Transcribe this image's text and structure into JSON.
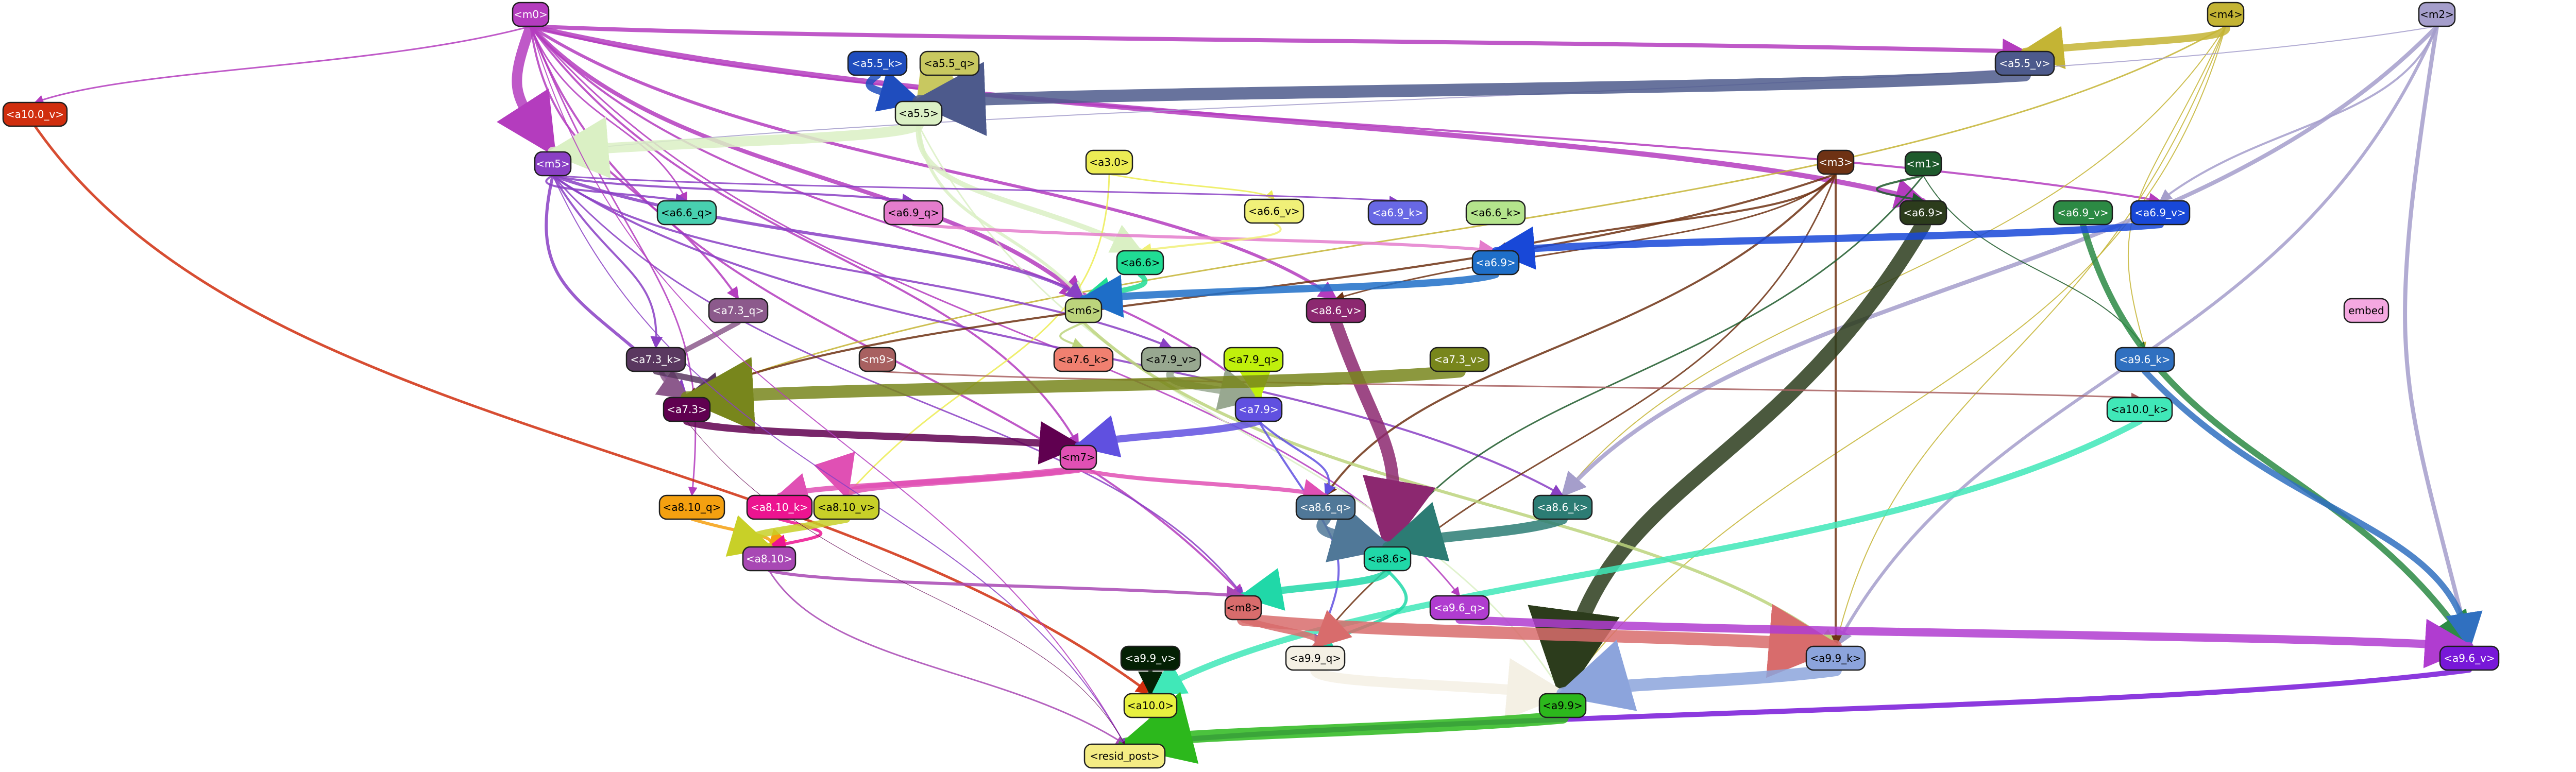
{
  "graph": {
    "nodes": [
      {
        "id": "m0",
        "label": "<m0>",
        "fill": "#b43cbe",
        "text": "#ffffff"
      },
      {
        "id": "m4",
        "label": "<m4>",
        "fill": "#c4b434",
        "text": "#000000"
      },
      {
        "id": "m2",
        "label": "<m2>",
        "fill": "#a59ecb",
        "text": "#000000"
      },
      {
        "id": "a10_0_v",
        "label": "<a10.0_v>",
        "fill": "#d02e0e",
        "text": "#ffffff"
      },
      {
        "id": "a5_5_k",
        "label": "<a5.5_k>",
        "fill": "#1f4dbe",
        "text": "#ffffff"
      },
      {
        "id": "a5_5_q",
        "label": "<a5.5_q>",
        "fill": "#c8c860",
        "text": "#000000"
      },
      {
        "id": "a5_5_v",
        "label": "<a5.5_v>",
        "fill": "#4d5a8c",
        "text": "#ffffff"
      },
      {
        "id": "a5_5",
        "label": "<a5.5>",
        "fill": "#daf0c4",
        "text": "#000000"
      },
      {
        "id": "a3_0",
        "label": "<a3.0>",
        "fill": "#ecec54",
        "text": "#000000"
      },
      {
        "id": "m5",
        "label": "<m5>",
        "fill": "#8a40c4",
        "text": "#ffffff"
      },
      {
        "id": "m3",
        "label": "<m3>",
        "fill": "#6e3214",
        "text": "#ffffff"
      },
      {
        "id": "m1",
        "label": "<m1>",
        "fill": "#1e5a2c",
        "text": "#ffffff"
      },
      {
        "id": "a6_6_q",
        "label": "<a6.6_q>",
        "fill": "#48d0b0",
        "text": "#000000"
      },
      {
        "id": "a6_9_q",
        "label": "<a6.9_q>",
        "fill": "#e47ccc",
        "text": "#000000"
      },
      {
        "id": "a6_6_v",
        "label": "<a6.6_v>",
        "fill": "#f0f078",
        "text": "#000000"
      },
      {
        "id": "a6_9_k",
        "label": "<a6.9_k>",
        "fill": "#6868e4",
        "text": "#ffffff"
      },
      {
        "id": "a6_6_k",
        "label": "<a6.6_k>",
        "fill": "#b4e48c",
        "text": "#000000"
      },
      {
        "id": "a6_9",
        "label": "<a6.9>",
        "fill": "#2c3c1c",
        "text": "#ffffff"
      },
      {
        "id": "a6_9_v_g",
        "label": "<a6.9_v>",
        "fill": "#2c8a44",
        "text": "#ffffff"
      },
      {
        "id": "a6_9_v_b",
        "label": "<a6.9_v>",
        "fill": "#1848d8",
        "text": "#ffffff"
      },
      {
        "id": "a6_6",
        "label": "<a6.6>",
        "fill": "#20dc94",
        "text": "#000000"
      },
      {
        "id": "a6_9b",
        "label": "<a6.9>",
        "fill": "#1e6ec8",
        "text": "#ffffff"
      },
      {
        "id": "a7_3_q",
        "label": "<a7.3_q>",
        "fill": "#8c5a8c",
        "text": "#ffffff"
      },
      {
        "id": "m6",
        "label": "<m6>",
        "fill": "#bcd47c",
        "text": "#000000"
      },
      {
        "id": "a8_6_v",
        "label": "<a8.6_v>",
        "fill": "#8c2870",
        "text": "#ffffff"
      },
      {
        "id": "embed",
        "label": "embed",
        "fill": "#f4a8e0",
        "text": "#000000"
      },
      {
        "id": "a7_3_k",
        "label": "<a7.3_k>",
        "fill": "#5a3860",
        "text": "#ffffff"
      },
      {
        "id": "m9",
        "label": "<m9>",
        "fill": "#a86060",
        "text": "#ffffff"
      },
      {
        "id": "a7_6_k",
        "label": "<a7.6_k>",
        "fill": "#f08070",
        "text": "#000000"
      },
      {
        "id": "a7_9_v",
        "label": "<a7.9_v>",
        "fill": "#98a890",
        "text": "#000000"
      },
      {
        "id": "a7_9_q",
        "label": "<a7.9_q>",
        "fill": "#c0f00c",
        "text": "#000000"
      },
      {
        "id": "a7_3_v",
        "label": "<a7.3_v>",
        "fill": "#78861c",
        "text": "#ffffff"
      },
      {
        "id": "a9_6_k",
        "label": "<a9.6_k>",
        "fill": "#3070c0",
        "text": "#ffffff"
      },
      {
        "id": "a7_3",
        "label": "<a7.3>",
        "fill": "#600050",
        "text": "#ffffff"
      },
      {
        "id": "a10_0_k",
        "label": "<a10.0_k>",
        "fill": "#40e8b8",
        "text": "#000000"
      },
      {
        "id": "a7_9",
        "label": "<a7.9>",
        "fill": "#6050e0",
        "text": "#ffffff"
      },
      {
        "id": "m7",
        "label": "<m7>",
        "fill": "#e050b4",
        "text": "#000000"
      },
      {
        "id": "a8_10_q",
        "label": "<a8.10_q>",
        "fill": "#f4a010",
        "text": "#000000"
      },
      {
        "id": "a8_10_k",
        "label": "<a8.10_k>",
        "fill": "#ec1490",
        "text": "#ffffff"
      },
      {
        "id": "a8_10_v",
        "label": "<a8.10_v>",
        "fill": "#c8d028",
        "text": "#000000"
      },
      {
        "id": "a8_6_q",
        "label": "<a8.6_q>",
        "fill": "#507898",
        "text": "#ffffff"
      },
      {
        "id": "a8_6_k",
        "label": "<a8.6_k>",
        "fill": "#2c7c74",
        "text": "#ffffff"
      },
      {
        "id": "a8_6",
        "label": "<a8.6>",
        "fill": "#20d8a8",
        "text": "#000000"
      },
      {
        "id": "a8_10",
        "label": "<a8.10>",
        "fill": "#a848b4",
        "text": "#ffffff"
      },
      {
        "id": "m8",
        "label": "<m8>",
        "fill": "#d86c6c",
        "text": "#000000"
      },
      {
        "id": "a9_6_q",
        "label": "<a9.6_q>",
        "fill": "#b03cd0",
        "text": "#ffffff"
      },
      {
        "id": "a9_9_q",
        "label": "<a9.9_q>",
        "fill": "#f4f0e4",
        "text": "#000000"
      },
      {
        "id": "a9_9_k",
        "label": "<a9.9_k>",
        "fill": "#8ca4dc",
        "text": "#000000"
      },
      {
        "id": "a9_9_v",
        "label": "<a9.9_v>",
        "fill": "#042004",
        "text": "#ffffff"
      },
      {
        "id": "a9_6_v",
        "label": "<a9.6_v>",
        "fill": "#7818d8",
        "text": "#ffffff"
      },
      {
        "id": "a10_0",
        "label": "<a10.0>",
        "fill": "#e8f040",
        "text": "#000000"
      },
      {
        "id": "a9_9",
        "label": "<a9.9>",
        "fill": "#2cb81c",
        "text": "#000000"
      },
      {
        "id": "resid_post",
        "label": "<resid_post>",
        "fill": "#f4ec84",
        "text": "#000000"
      }
    ],
    "edges": [
      {
        "from": "m0",
        "to": "a5_5_v",
        "color": "#b43cbe",
        "weight": 8
      },
      {
        "from": "m0",
        "to": "m5",
        "color": "#b43cbe",
        "weight": 20
      },
      {
        "from": "m0",
        "to": "m6",
        "color": "#b43cbe",
        "weight": 8
      },
      {
        "from": "m0",
        "to": "a8_6_v",
        "color": "#b43cbe",
        "weight": 6
      },
      {
        "from": "m0",
        "to": "a6_9",
        "color": "#b43cbe",
        "weight": 10
      },
      {
        "from": "m0",
        "to": "a6_9_v_b",
        "color": "#b43cbe",
        "weight": 4
      },
      {
        "from": "m0",
        "to": "a7_3_q",
        "color": "#b43cbe",
        "weight": 4
      },
      {
        "from": "m0",
        "to": "a7_9",
        "color": "#b43cbe",
        "weight": 4
      },
      {
        "from": "m0",
        "to": "m7",
        "color": "#b43cbe",
        "weight": 4
      },
      {
        "from": "m0",
        "to": "a8_10_q",
        "color": "#b43cbe",
        "weight": 3
      },
      {
        "from": "m0",
        "to": "m8",
        "color": "#b43cbe",
        "weight": 4
      },
      {
        "from": "m0",
        "to": "a10_0_v",
        "color": "#b43cbe",
        "weight": 3
      },
      {
        "from": "m0",
        "to": "a6_6_q",
        "color": "#b43cbe",
        "weight": 3
      },
      {
        "from": "m0",
        "to": "a9_6_q",
        "color": "#b43cbe",
        "weight": 3
      },
      {
        "from": "m4",
        "to": "a5_5_v",
        "color": "#c4b434",
        "weight": 14
      },
      {
        "from": "m4",
        "to": "a9_6_k",
        "color": "#c4b434",
        "weight": 2
      },
      {
        "from": "m4",
        "to": "a9_9_k",
        "color": "#c4b434",
        "weight": 2
      },
      {
        "from": "m4",
        "to": "a8_6_k",
        "color": "#c4b434",
        "weight": 2
      },
      {
        "from": "m4",
        "to": "a7_3",
        "color": "#c4b434",
        "weight": 3
      },
      {
        "from": "m4",
        "to": "a9_9",
        "color": "#c4b434",
        "weight": 2
      },
      {
        "from": "m2",
        "to": "a9_6_v",
        "color": "#a59ecb",
        "weight": 8
      },
      {
        "from": "m2",
        "to": "a8_6_k",
        "color": "#a59ecb",
        "weight": 8
      },
      {
        "from": "m2",
        "to": "a9_9_k",
        "color": "#a59ecb",
        "weight": 6
      },
      {
        "from": "m2",
        "to": "a6_9_v_b",
        "color": "#a59ecb",
        "weight": 4
      },
      {
        "from": "m2",
        "to": "m5",
        "color": "#a59ecb",
        "weight": 2
      },
      {
        "from": "a10_0_v",
        "to": "a10_0",
        "color": "#d02e0e",
        "weight": 5
      },
      {
        "from": "a5_5_k",
        "to": "a5_5",
        "color": "#1f4dbe",
        "weight": 14
      },
      {
        "from": "a5_5_q",
        "to": "a5_5",
        "color": "#c8c860",
        "weight": 14
      },
      {
        "from": "a5_5_v",
        "to": "a5_5",
        "color": "#4d5a8c",
        "weight": 24
      },
      {
        "from": "a5_5",
        "to": "m5",
        "color": "#daf0c4",
        "weight": 20
      },
      {
        "from": "a5_5",
        "to": "a6_6",
        "color": "#daf0c4",
        "weight": 10
      },
      {
        "from": "a5_5",
        "to": "m6",
        "color": "#daf0c4",
        "weight": 6
      },
      {
        "from": "a5_5",
        "to": "a9_9",
        "color": "#daf0c4",
        "weight": 3
      },
      {
        "from": "a3_0",
        "to": "a6_6_v",
        "color": "#ecec54",
        "weight": 3
      },
      {
        "from": "a3_0",
        "to": "a8_10_v",
        "color": "#ecec54",
        "weight": 3
      },
      {
        "from": "m5",
        "to": "a6_6_q",
        "color": "#8a40c4",
        "weight": 4
      },
      {
        "from": "m5",
        "to": "a6_9_q",
        "color": "#8a40c4",
        "weight": 4
      },
      {
        "from": "m5",
        "to": "a6_9_k",
        "color": "#8a40c4",
        "weight": 3
      },
      {
        "from": "m5",
        "to": "a7_3_k",
        "color": "#8a40c4",
        "weight": 4
      },
      {
        "from": "m5",
        "to": "m6",
        "color": "#8a40c4",
        "weight": 6
      },
      {
        "from": "m5",
        "to": "a7_3",
        "color": "#8a40c4",
        "weight": 6
      },
      {
        "from": "m5",
        "to": "a7_9_v",
        "color": "#8a40c4",
        "weight": 4
      },
      {
        "from": "m5",
        "to": "a8_6_k",
        "color": "#8a40c4",
        "weight": 4
      },
      {
        "from": "m5",
        "to": "m8",
        "color": "#8a40c4",
        "weight": 3
      },
      {
        "from": "m3",
        "to": "a6_9b",
        "color": "#6e3214",
        "weight": 4
      },
      {
        "from": "m3",
        "to": "a7_3",
        "color": "#6e3214",
        "weight": 4
      },
      {
        "from": "m3",
        "to": "a8_6_q",
        "color": "#6e3214",
        "weight": 4
      },
      {
        "from": "m3",
        "to": "a9_9_k",
        "color": "#6e3214",
        "weight": 4
      },
      {
        "from": "m3",
        "to": "a9_9_q",
        "color": "#6e3214",
        "weight": 3
      },
      {
        "from": "m3",
        "to": "a8_6_v",
        "color": "#6e3214",
        "weight": 3
      },
      {
        "from": "m1",
        "to": "a6_9",
        "color": "#1e5a2c",
        "weight": 4
      },
      {
        "from": "m1",
        "to": "a8_6",
        "color": "#1e5a2c",
        "weight": 3
      },
      {
        "from": "m1",
        "to": "a9_6_k",
        "color": "#1e5a2c",
        "weight": 2
      },
      {
        "from": "a6_9_q",
        "to": "a6_9b",
        "color": "#e47ccc",
        "weight": 6
      },
      {
        "from": "a6_6_v",
        "to": "a6_6",
        "color": "#f0f078",
        "weight": 4
      },
      {
        "from": "a6_9",
        "to": "a9_9",
        "color": "#2c3c1c",
        "weight": 30
      },
      {
        "from": "a6_9_v_g",
        "to": "a9_6_v",
        "color": "#2c8a44",
        "weight": 12
      },
      {
        "from": "a6_9_v_b",
        "to": "a6_9b",
        "color": "#1848d8",
        "weight": 14
      },
      {
        "from": "a6_6",
        "to": "m6",
        "color": "#20dc94",
        "weight": 10
      },
      {
        "from": "a6_9b",
        "to": "m6",
        "color": "#1e6ec8",
        "weight": 14
      },
      {
        "from": "a7_3_q",
        "to": "a7_3",
        "color": "#8c5a8c",
        "weight": 10
      },
      {
        "from": "m6",
        "to": "a7_6_k",
        "color": "#bcd47c",
        "weight": 4
      },
      {
        "from": "m6",
        "to": "a9_9_k",
        "color": "#bcd47c",
        "weight": 6
      },
      {
        "from": "a8_6_v",
        "to": "a8_6",
        "color": "#8c2870",
        "weight": 24
      },
      {
        "from": "a7_3_k",
        "to": "a7_3",
        "color": "#5a3860",
        "weight": 12
      },
      {
        "from": "m9",
        "to": "a10_0_k",
        "color": "#a86060",
        "weight": 3
      },
      {
        "from": "a7_9_v",
        "to": "a7_9",
        "color": "#98a890",
        "weight": 14
      },
      {
        "from": "a7_9_q",
        "to": "a7_9",
        "color": "#c0f00c",
        "weight": 14
      },
      {
        "from": "a7_3_v",
        "to": "a7_3",
        "color": "#78861c",
        "weight": 24
      },
      {
        "from": "a9_6_k",
        "to": "a9_6_v",
        "color": "#3070c0",
        "weight": 12
      },
      {
        "from": "a7_3",
        "to": "m7",
        "color": "#600050",
        "weight": 14
      },
      {
        "from": "a10_0_k",
        "to": "a10_0",
        "color": "#40e8b8",
        "weight": 12
      },
      {
        "from": "a7_9",
        "to": "m7",
        "color": "#6050e0",
        "weight": 14
      },
      {
        "from": "a7_9",
        "to": "a8_6_q",
        "color": "#6050e0",
        "weight": 4
      },
      {
        "from": "a7_9",
        "to": "a9_9_q",
        "color": "#6050e0",
        "weight": 4
      },
      {
        "from": "m7",
        "to": "a8_10_v",
        "color": "#e050b4",
        "weight": 14
      },
      {
        "from": "m7",
        "to": "a8_10_k",
        "color": "#e050b4",
        "weight": 10
      },
      {
        "from": "m7",
        "to": "a8_6_q",
        "color": "#e050b4",
        "weight": 8
      },
      {
        "from": "a8_10_q",
        "to": "a8_10",
        "color": "#f4a010",
        "weight": 6
      },
      {
        "from": "a8_10_k",
        "to": "a8_10",
        "color": "#ec1490",
        "weight": 6
      },
      {
        "from": "a8_10_v",
        "to": "a8_10",
        "color": "#c8d028",
        "weight": 14
      },
      {
        "from": "a8_6_q",
        "to": "a8_6",
        "color": "#507898",
        "weight": 20
      },
      {
        "from": "a8_6_k",
        "to": "a8_6",
        "color": "#2c7c74",
        "weight": 20
      },
      {
        "from": "a8_6",
        "to": "m8",
        "color": "#20d8a8",
        "weight": 14
      },
      {
        "from": "a8_6",
        "to": "a9_9_q",
        "color": "#20d8a8",
        "weight": 6
      },
      {
        "from": "a8_10",
        "to": "m8",
        "color": "#a848b4",
        "weight": 6
      },
      {
        "from": "a8_10",
        "to": "resid_post",
        "color": "#a848b4",
        "weight": 3
      },
      {
        "from": "m8",
        "to": "a9_9_k",
        "color": "#d86c6c",
        "weight": 24
      },
      {
        "from": "m8",
        "to": "a9_9_q",
        "color": "#d86c6c",
        "weight": 12
      },
      {
        "from": "a9_6_q",
        "to": "a9_6_v",
        "color": "#b03cd0",
        "weight": 16
      },
      {
        "from": "a9_9_q",
        "to": "a9_9",
        "color": "#f4f0e4",
        "weight": 20
      },
      {
        "from": "a9_9_k",
        "to": "a9_9",
        "color": "#8ca4dc",
        "weight": 24
      },
      {
        "from": "a9_9_v",
        "to": "a10_0",
        "color": "#042004",
        "weight": 8
      },
      {
        "from": "a9_6_v",
        "to": "resid_post",
        "color": "#7818d8",
        "weight": 10
      },
      {
        "from": "a10_0",
        "to": "resid_post",
        "color": "#e8f040",
        "weight": 10
      },
      {
        "from": "a9_9",
        "to": "resid_post",
        "color": "#2cb81c",
        "weight": 24
      },
      {
        "from": "m0",
        "to": "resid_post",
        "color": "#b43cbe",
        "weight": 2
      },
      {
        "from": "m5",
        "to": "resid_post",
        "color": "#8a40c4",
        "weight": 2
      },
      {
        "from": "a7_3",
        "to": "resid_post",
        "color": "#600050",
        "weight": 1
      }
    ]
  }
}
